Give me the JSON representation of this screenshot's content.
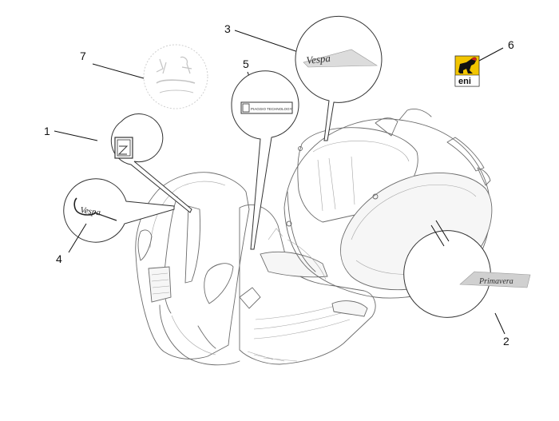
{
  "callouts": [
    "1",
    "2",
    "3",
    "4",
    "5",
    "6",
    "7"
  ],
  "decals": {
    "piaggio_technology": "PIAGGIO TECHNOLOGY",
    "primavera": "Primavera",
    "vespa": "Vespa",
    "eni": "eni"
  },
  "colors": {
    "line": "#111111",
    "drawing": "#6b6b6b",
    "eni_yellow": "#f2c500",
    "eni_black": "#111111"
  },
  "icons": [
    "eni-dog-icon",
    "vespa-badge-icon",
    "vespa-anniversary-badge-icon"
  ]
}
